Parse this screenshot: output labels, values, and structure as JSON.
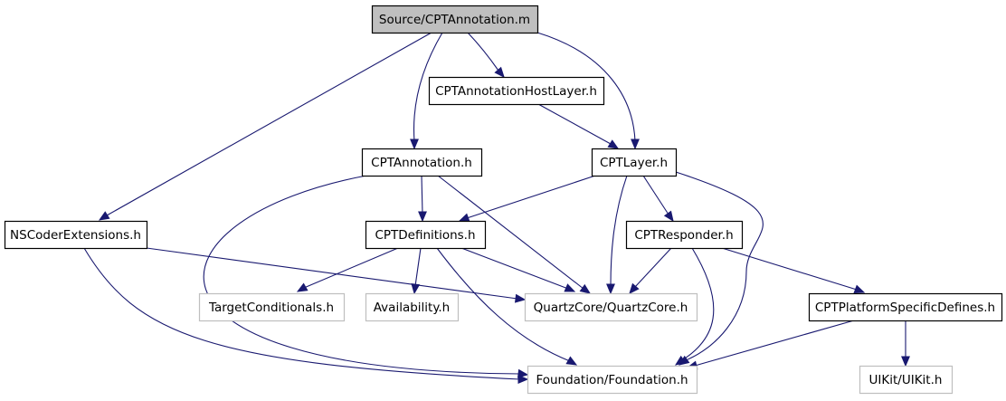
{
  "colors": {
    "edge": "#191970",
    "root_fill": "#bfbfbf",
    "node_fill": "#ffffff",
    "node_border": "#000000",
    "external_border": "#bfbfbf"
  },
  "nodes": [
    {
      "id": "root",
      "label": "Source/CPTAnnotation.m",
      "kind": "root"
    },
    {
      "id": "hostlayer",
      "label": "CPTAnnotationHostLayer.h",
      "kind": "local"
    },
    {
      "id": "annotation",
      "label": "CPTAnnotation.h",
      "kind": "local"
    },
    {
      "id": "layer",
      "label": "CPTLayer.h",
      "kind": "local"
    },
    {
      "id": "nscoder",
      "label": "NSCoderExtensions.h",
      "kind": "local"
    },
    {
      "id": "definitions",
      "label": "CPTDefinitions.h",
      "kind": "local"
    },
    {
      "id": "responder",
      "label": "CPTResponder.h",
      "kind": "local"
    },
    {
      "id": "targetcond",
      "label": "TargetConditionals.h",
      "kind": "external"
    },
    {
      "id": "availability",
      "label": "Availability.h",
      "kind": "external"
    },
    {
      "id": "quartzcore",
      "label": "QuartzCore/QuartzCore.h",
      "kind": "external"
    },
    {
      "id": "platform",
      "label": "CPTPlatformSpecificDefines.h",
      "kind": "local"
    },
    {
      "id": "foundation",
      "label": "Foundation/Foundation.h",
      "kind": "external"
    },
    {
      "id": "uikit",
      "label": "UIKit/UIKit.h",
      "kind": "external"
    }
  ],
  "edges": [
    {
      "from": "root",
      "to": "hostlayer"
    },
    {
      "from": "root",
      "to": "annotation"
    },
    {
      "from": "root",
      "to": "layer"
    },
    {
      "from": "root",
      "to": "nscoder"
    },
    {
      "from": "hostlayer",
      "to": "layer"
    },
    {
      "from": "annotation",
      "to": "definitions"
    },
    {
      "from": "annotation",
      "to": "quartzcore"
    },
    {
      "from": "annotation",
      "to": "foundation"
    },
    {
      "from": "layer",
      "to": "definitions"
    },
    {
      "from": "layer",
      "to": "responder"
    },
    {
      "from": "layer",
      "to": "quartzcore"
    },
    {
      "from": "layer",
      "to": "foundation"
    },
    {
      "from": "nscoder",
      "to": "quartzcore"
    },
    {
      "from": "nscoder",
      "to": "foundation"
    },
    {
      "from": "definitions",
      "to": "targetcond"
    },
    {
      "from": "definitions",
      "to": "availability"
    },
    {
      "from": "definitions",
      "to": "quartzcore"
    },
    {
      "from": "definitions",
      "to": "foundation"
    },
    {
      "from": "responder",
      "to": "quartzcore"
    },
    {
      "from": "responder",
      "to": "platform"
    },
    {
      "from": "responder",
      "to": "foundation"
    },
    {
      "from": "platform",
      "to": "foundation"
    },
    {
      "from": "platform",
      "to": "uikit"
    }
  ]
}
